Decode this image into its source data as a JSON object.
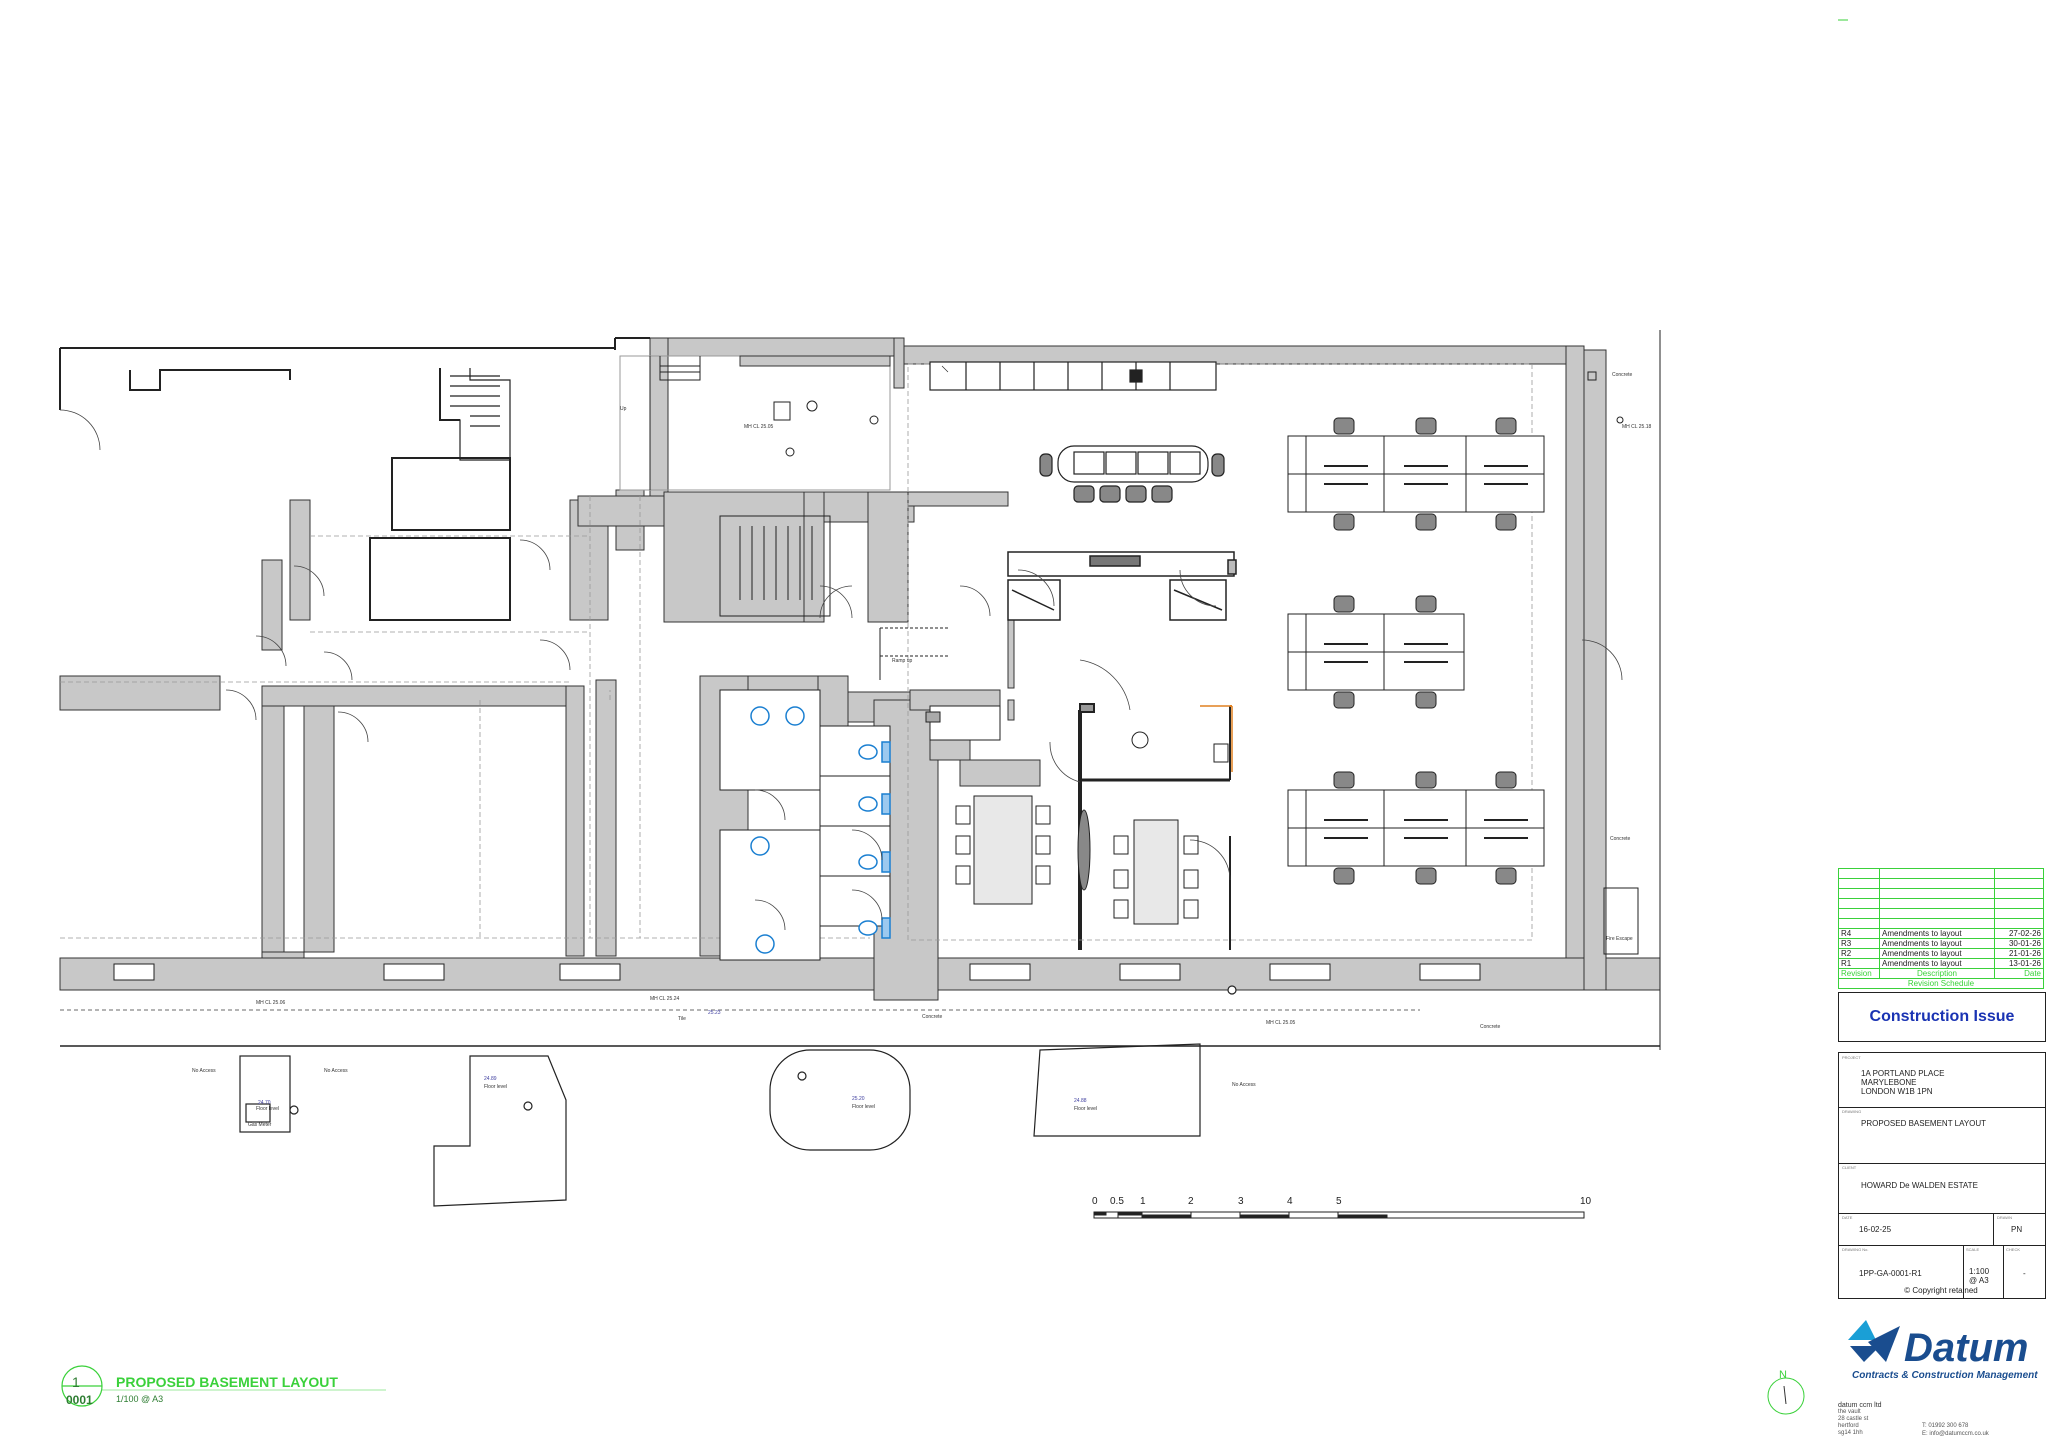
{
  "drawing": {
    "view_number": "1",
    "view_sheet": "0001",
    "view_title": "PROPOSED BASEMENT LAYOUT",
    "view_scale": "1/100 @ A3",
    "north_label": "N"
  },
  "revision_schedule": {
    "rows": [
      {
        "rev": "R4",
        "desc": "Amendments to layout",
        "date": "27-02-26"
      },
      {
        "rev": "R3",
        "desc": "Amendments to layout",
        "date": "30-01-26"
      },
      {
        "rev": "R2",
        "desc": "Amendments to layout",
        "date": "21-01-26"
      },
      {
        "rev": "R1",
        "desc": "Amendments to layout",
        "date": "13-01-26"
      }
    ],
    "header": {
      "rev": "Revision",
      "desc": "Description",
      "date": "Date"
    },
    "title": "Revision Schedule"
  },
  "status": "Construction Issue",
  "title_block": {
    "project_label": "PROJECT",
    "project_lines": [
      "1A PORTLAND PLACE",
      "MARYLEBONE",
      "LONDON W1B 1PN"
    ],
    "drawing_label": "DRAWING",
    "drawing_name": "PROPOSED BASEMENT LAYOUT",
    "client_label": "CLIENT",
    "client_name": "HOWARD De WALDEN ESTATE",
    "date_label": "DATE",
    "date": "16-02-25",
    "drawn_label": "DRAWN",
    "drawn": "PN",
    "drawing_no_label": "DRAWING No.",
    "drawing_no": "1PP-GA-0001-R1",
    "scale_label": "SCALE",
    "scale": "1:100 @ A3",
    "check_label": "CHECK",
    "check": "-",
    "copyright": "© Copyright retained"
  },
  "scale_bar": {
    "ticks": [
      "0",
      "0.5",
      "1",
      "2",
      "3",
      "4",
      "5",
      "10"
    ]
  },
  "company": {
    "name": "Datum",
    "tagline": "Contracts & Construction Management",
    "address_lines": [
      "datum ccm ltd",
      "the vault",
      "28 castle st",
      "hertford",
      "sg14 1hh"
    ],
    "phone": "T:  01992 300 678",
    "email": "E:  info@datumccm.co.uk"
  },
  "annotations": {
    "no_access_1": "No Access",
    "no_access_2": "No Access",
    "no_access_3": "No Access",
    "concrete_1": "Concrete",
    "concrete_2": "Concrete",
    "concrete_3": "Concrete",
    "concrete_4": "Concrete",
    "tile": "Tile",
    "fire_escape": "Fire Escape",
    "ramp": "Ramp up",
    "floor_level_1": "Floor level",
    "floor_level_2": "Floor level",
    "floor_level_3": "Floor level",
    "floor_level_4": "Floor level",
    "gas_meter": "Gas Meter",
    "up": "Up",
    "mh_1": "MH CL 25.06",
    "mh_2": "MH CL 25.05",
    "mh_3": "MH CL 25.24",
    "mh_4": "MH CL 25.18",
    "mh_5": "MH CL 25.05",
    "lvl_1": "24.70",
    "lvl_2": "24.89",
    "lvl_3": "25.20",
    "lvl_4": "24.88",
    "lvl_5": "25.23"
  }
}
